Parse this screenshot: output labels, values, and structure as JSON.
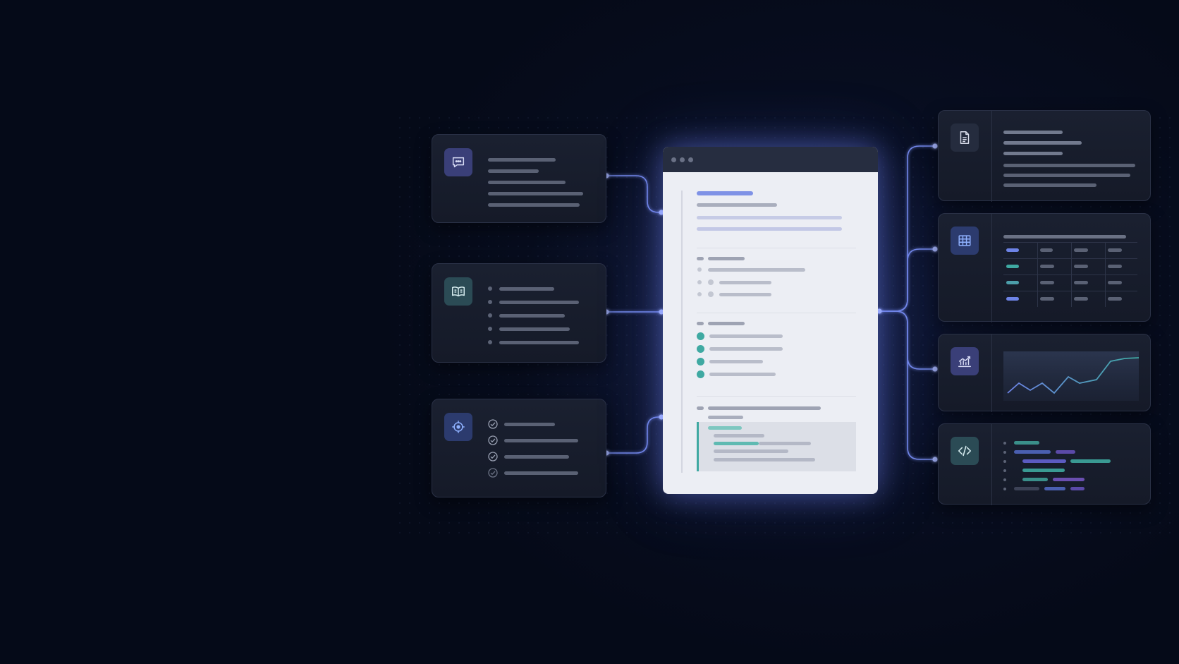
{
  "diagram": {
    "colors": {
      "background": "#050a18",
      "card": "#171c2a",
      "wire": "#7f95ff",
      "accent_teal": "#3fa9a2",
      "accent_blue": "#6d83e6"
    },
    "left_inputs": [
      {
        "id": "chat",
        "icon": "chat-bubble-icon"
      },
      {
        "id": "knowledge",
        "icon": "open-book-icon"
      },
      {
        "id": "goals",
        "icon": "target-icon"
      }
    ],
    "center_document": {
      "icon": "document-window"
    },
    "right_outputs": [
      {
        "id": "text-document",
        "icon": "document-icon"
      },
      {
        "id": "table",
        "icon": "table-grid-icon"
      },
      {
        "id": "chart",
        "icon": "line-chart-icon"
      },
      {
        "id": "code",
        "icon": "code-brackets-icon"
      }
    ]
  }
}
